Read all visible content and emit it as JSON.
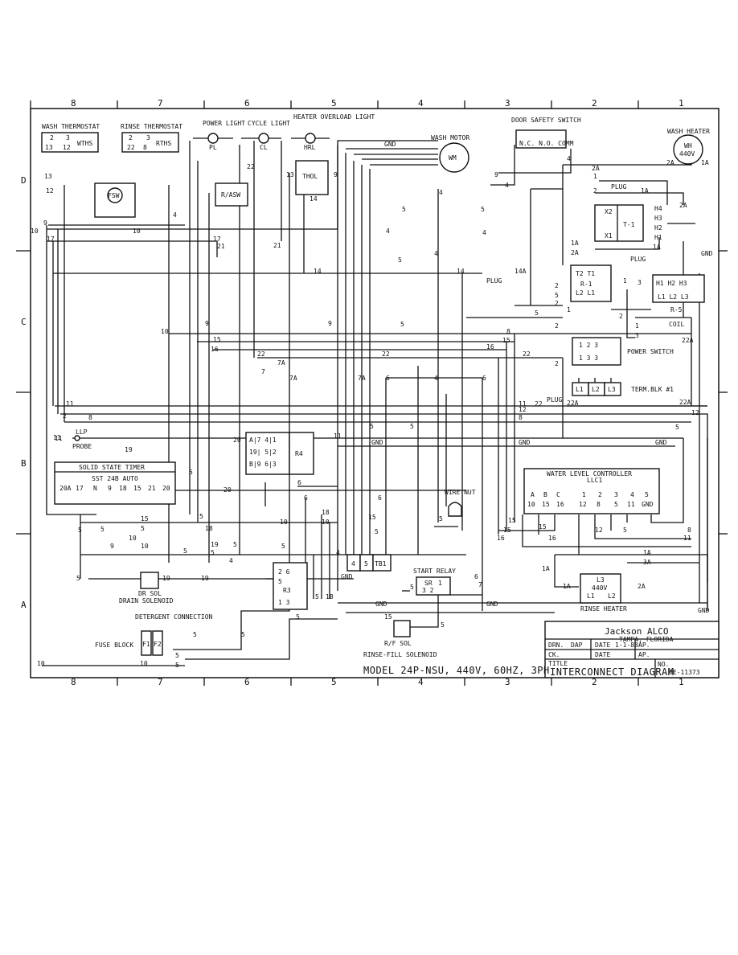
{
  "border": {
    "col_numbers_top": [
      "8",
      "7",
      "6",
      "5",
      "4",
      "3",
      "2",
      "1"
    ],
    "col_numbers_bottom": [
      "8",
      "7",
      "6",
      "5",
      "4",
      "3",
      "2",
      "1"
    ],
    "row_letters": [
      "D",
      "C",
      "B",
      "A"
    ]
  },
  "components": {
    "wash_thermostat": {
      "label": "WASH THERMOSTAT",
      "name": "WTHS",
      "t1": "2",
      "t2": "3",
      "w1": "13",
      "w2": "12"
    },
    "rinse_thermostat": {
      "label": "RINSE THERMOSTAT",
      "name": "RTHS",
      "t1": "2",
      "t2": "3",
      "w1": "22",
      "w2": "8"
    },
    "power_light": {
      "label": "POWER LIGHT",
      "name": "PL"
    },
    "cycle_light": {
      "label": "CYCLE LIGHT",
      "name": "CL"
    },
    "heater_overload_light": {
      "label": "HEATER OVERLOAD LIGHT",
      "name": "HRL"
    },
    "thol": {
      "name": "THOL",
      "w": "14"
    },
    "wash_motor": {
      "label": "WASH MOTOR",
      "name": "WM"
    },
    "door_safety_switch": {
      "label": "DOOR SAFETY SWITCH",
      "contacts": "N.C. N.O. COMM"
    },
    "wash_heater": {
      "label": "WASH HEATER",
      "name": "WH",
      "voltage": "440V"
    },
    "fsw": {
      "name": "FSW"
    },
    "rasw": {
      "name": "R/ASW"
    },
    "transformer": {
      "name": "T-1",
      "taps": [
        "X2",
        "X1",
        "H4",
        "H3",
        "H2",
        "H1"
      ]
    },
    "relay_r1": {
      "name": "R-1"
    },
    "relay_r5": {
      "name": "R-5",
      "coil": "COIL"
    },
    "relay_r4": {
      "name": "R4"
    },
    "relay_r3": {
      "name": "R3"
    },
    "power_switch": {
      "label": "POWER SWITCH"
    },
    "term_blk": {
      "label": "TERM.BLK #1",
      "cells": [
        "L1",
        "L2",
        "L3"
      ]
    },
    "llp_probe": {
      "label": "LLP",
      "probe": "PROBE",
      "w": "11"
    },
    "timer": {
      "label": "SOLID STATE TIMER",
      "model": "SST 24B AUTO",
      "terminals": [
        "20A",
        "17",
        "N",
        "9",
        "18",
        "15",
        "21",
        "20"
      ]
    },
    "water_level_controller": {
      "label": "WATER LEVEL CONTROLLER",
      "name": "LLC1",
      "terminals": [
        "A",
        "B",
        "C",
        "1",
        "2",
        "3",
        "4",
        "5"
      ],
      "wires": [
        "10",
        "15",
        "16",
        "12",
        "8",
        "5",
        "11",
        "GND"
      ]
    },
    "wire_nut": {
      "label": "WIRE NUT"
    },
    "tb1": {
      "name": "TB1",
      "cells": [
        "4",
        "5"
      ]
    },
    "start_relay": {
      "label": "START RELAY",
      "name": "SR"
    },
    "drain_solenoid": {
      "name": "DR SOL",
      "label": "DRAIN SOLENOID"
    },
    "detergent_connection": {
      "label": "DETERGENT CONNECTION",
      "fuse_block": "FUSE BLOCK",
      "fuses": [
        "F1",
        "F2"
      ]
    },
    "rinse_fill_solenoid": {
      "name": "R/F SOL",
      "label": "RINSE-FILL SOLENOID"
    },
    "rinse_heater": {
      "label": "RINSE HEATER",
      "voltage": "440V",
      "l3": "L3",
      "l1": "L1",
      "l2": "L2"
    }
  },
  "labels": {
    "plug": "PLUG",
    "gnd": "GND",
    "coil": "COIL"
  },
  "title_block": {
    "company": "Jackson ALCO",
    "location": "TAMPA, FLORIDA",
    "drn_label": "DRN.",
    "drn_value": "DAP",
    "date_label": "DATE",
    "date_value": "1-1-88",
    "ap_label": "AP.",
    "ck_label": "CK.",
    "title_label": "TITLE",
    "title": "INTERCONNECT DIAGRAM",
    "no_label": "NO.",
    "no_value": "OE-11373",
    "model": "MODEL 24P-NSU, 440V, 60HZ, 3PH"
  }
}
